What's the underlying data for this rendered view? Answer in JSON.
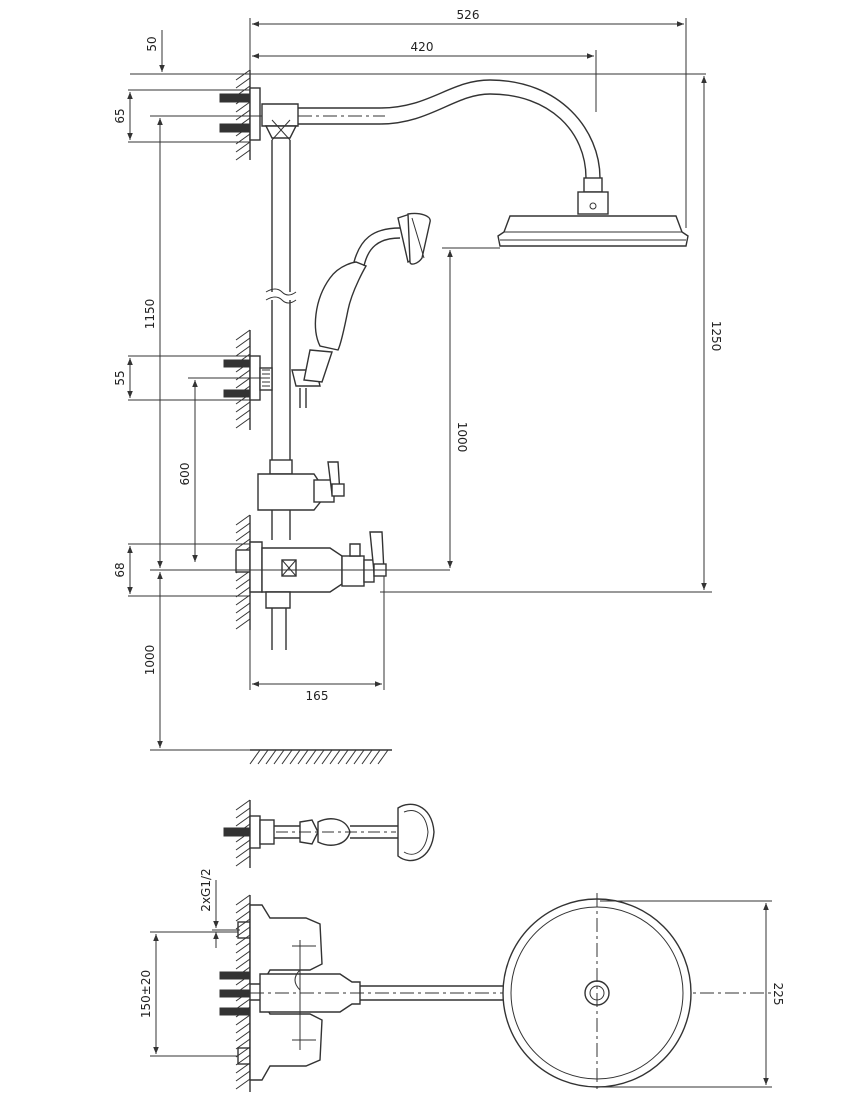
{
  "dimensions": {
    "top_total_width": "526",
    "top_arm_width": "420",
    "top_offset": "50",
    "bracket_spacing": "65",
    "rail_height": "1150",
    "hand_bracket_spacing": "55",
    "bracket_to_mixer": "600",
    "mixer_spacing": "68",
    "floor_to_mixer": "1000",
    "head_to_mixer": "1000",
    "overall_height": "1250",
    "mixer_depth": "165",
    "inlets": "2xG1/2",
    "inlet_spacing": "150±20",
    "head_diameter": "225"
  },
  "colors": {
    "line": "#333333",
    "background": "#ffffff"
  }
}
